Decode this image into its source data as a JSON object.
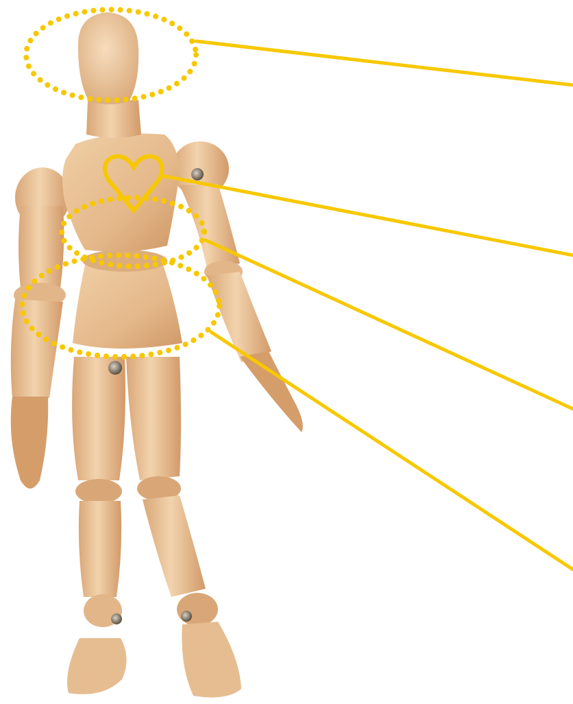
{
  "figure": {
    "subject": "wooden-artist-mannequin",
    "background_color": "#ffffff",
    "wood_base_color": "#e9c39a",
    "wood_shade_color": "#c98e5e",
    "annotation_color": "#f7c800",
    "metal_pin_color": "#7a6a55"
  },
  "annotations": [
    {
      "target": "head",
      "marker": "dotted-ellipse"
    },
    {
      "target": "heart",
      "marker": "heart-outline"
    },
    {
      "target": "abdomen",
      "marker": "dotted-ellipse"
    },
    {
      "target": "pelvis",
      "marker": "dotted-ellipse"
    }
  ]
}
